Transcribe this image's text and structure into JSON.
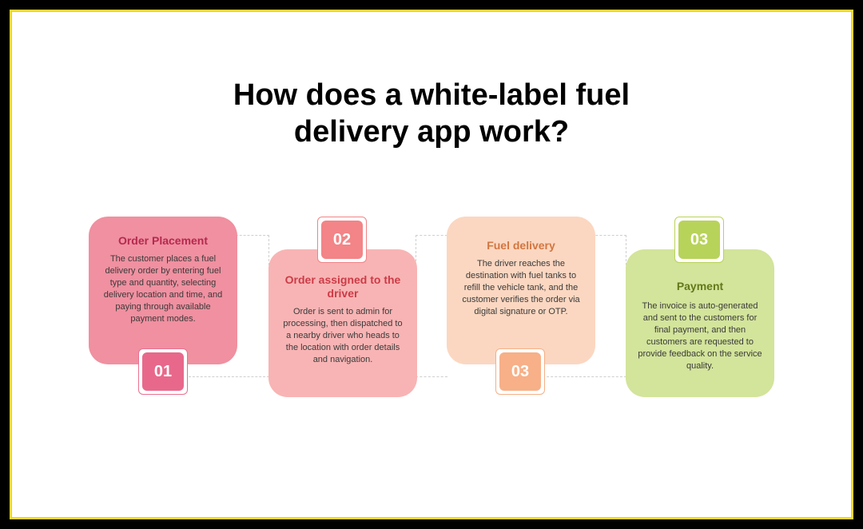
{
  "title": {
    "line1": "How does a white-label fuel",
    "line2": "delivery app work?"
  },
  "steps": [
    {
      "number": "01",
      "heading": "Order Placement",
      "text": "The customer places a fuel delivery order by entering fuel type and quantity, selecting delivery location and time, and paying through available payment modes.",
      "color": "#f090a0"
    },
    {
      "number": "02",
      "heading": "Order assigned to the driver",
      "text": "Order is sent to admin for processing, then dispatched to a nearby driver who heads to the location with order details and navigation.",
      "color": "#f8b4b4"
    },
    {
      "number": "03",
      "heading": "Fuel delivery",
      "text": "The driver reaches the destination with fuel tanks to refill the vehicle tank, and the customer verifies the order via digital signature or OTP.",
      "color": "#fbd7c1"
    },
    {
      "number": "03",
      "heading": "Payment",
      "text": "The invoice is auto-generated and sent to the customers for final payment, and then customers are requested to provide feedback on the service quality.",
      "color": "#d3e49b"
    }
  ],
  "colors": {
    "frame_border": "#f4d532",
    "background": "#ffffff"
  }
}
